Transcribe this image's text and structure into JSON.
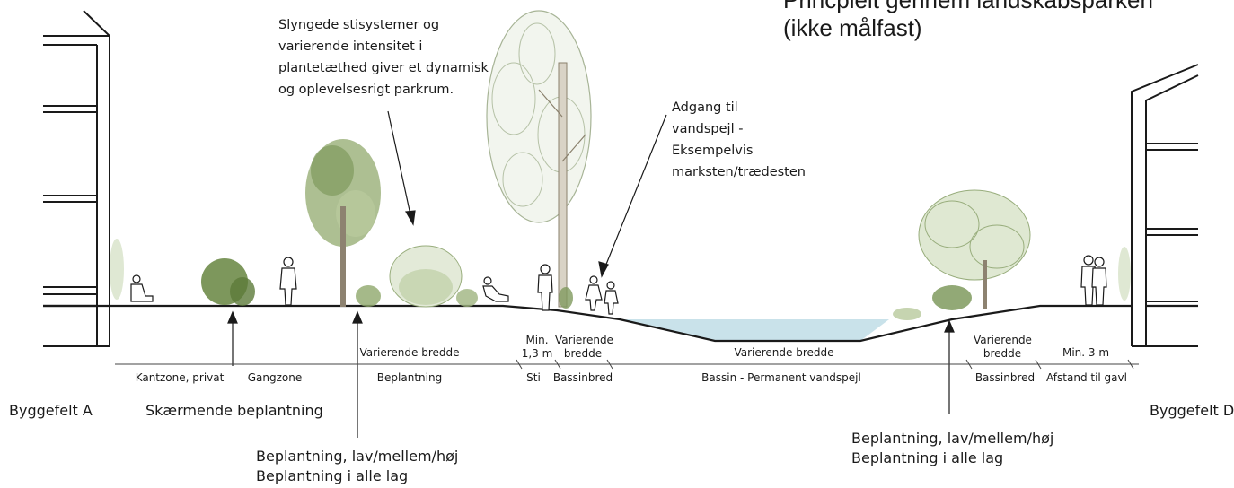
{
  "title": {
    "line1": "Princpielt gennem landskabsparken",
    "line2": "(ikke målfast)"
  },
  "annotations": {
    "paths": [
      "Slyngede stisystemer og",
      "varierende intensitet i",
      "plantetæthed giver et dynamisk",
      "og oplevelsesrigt parkrum."
    ],
    "water_access": [
      "Adgang til",
      "vandspejl -",
      "Eksempelvis",
      "marksten/trædesten"
    ]
  },
  "dimensions": {
    "upper": [
      {
        "id": "varierende-bredde-1",
        "text": "Varierende bredde"
      },
      {
        "id": "min-13",
        "text": "Min.\n1,3 m"
      },
      {
        "id": "varierende-bredde-2",
        "text": "Varierende\nbredde"
      },
      {
        "id": "varierende-bredde-3",
        "text": "Varierende bredde"
      },
      {
        "id": "varierende-bredde-4",
        "text": "Varierende\nbredde"
      },
      {
        "id": "min-3",
        "text": "Min. 3 m"
      }
    ],
    "zones": [
      {
        "id": "kantzone",
        "text": "Kantzone, privat"
      },
      {
        "id": "gangzone",
        "text": "Gangzone"
      },
      {
        "id": "beplantning",
        "text": "Beplantning"
      },
      {
        "id": "sti",
        "text": "Sti"
      },
      {
        "id": "bassinbred-1",
        "text": "Bassinbred"
      },
      {
        "id": "bassin",
        "text": "Bassin - Permanent vandspejl"
      },
      {
        "id": "bassinbred-2",
        "text": "Bassinbred"
      },
      {
        "id": "afstand",
        "text": "Afstand til gavl"
      }
    ]
  },
  "labels": {
    "byggefelt_a": "Byggefelt A",
    "byggefelt_d": "Byggefelt D",
    "skaermende": "Skærmende beplantning",
    "planting_left": [
      "Beplantning, lav/mellem/høj",
      "Beplantning i alle lag"
    ],
    "planting_right": [
      "Beplantning, lav/mellem/høj",
      "Beplantning i alle lag"
    ]
  },
  "colors": {
    "line": "#1a1a1a",
    "water": "#c9e2ea",
    "foliage": "#8fa86b",
    "foliage_dark": "#5d7a3a",
    "foliage_light": "#c9d8b0",
    "trunk": "#9a8e78"
  }
}
